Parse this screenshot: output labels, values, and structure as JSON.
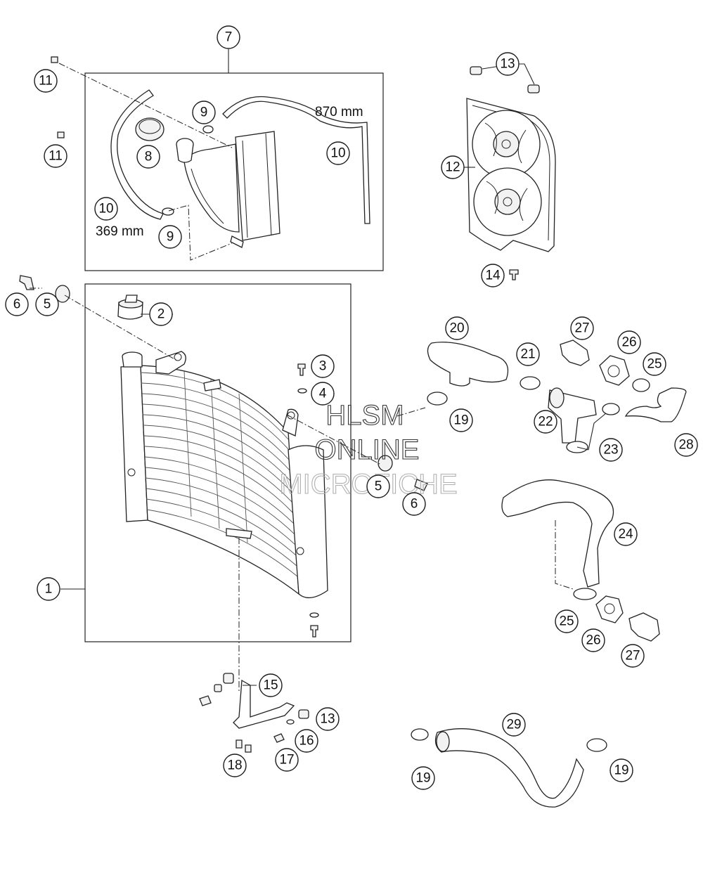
{
  "diagram": {
    "dimensions": [
      "870 mm",
      "369 mm"
    ],
    "watermark": [
      "HLSM",
      "ONLINE",
      "MICROFICHE"
    ],
    "callouts": [
      {
        "id": "c7",
        "label": "7"
      },
      {
        "id": "c11a",
        "label": "11"
      },
      {
        "id": "c11b",
        "label": "11"
      },
      {
        "id": "c9a",
        "label": "9"
      },
      {
        "id": "c8",
        "label": "8"
      },
      {
        "id": "c10a",
        "label": "10"
      },
      {
        "id": "c10b",
        "label": "10"
      },
      {
        "id": "c9b",
        "label": "9"
      },
      {
        "id": "c13a",
        "label": "13"
      },
      {
        "id": "c12",
        "label": "12"
      },
      {
        "id": "c14",
        "label": "14"
      },
      {
        "id": "c6a",
        "label": "6"
      },
      {
        "id": "c5a",
        "label": "5"
      },
      {
        "id": "c2",
        "label": "2"
      },
      {
        "id": "c3",
        "label": "3"
      },
      {
        "id": "c4",
        "label": "4"
      },
      {
        "id": "c19a",
        "label": "19"
      },
      {
        "id": "c5b",
        "label": "5"
      },
      {
        "id": "c6b",
        "label": "6"
      },
      {
        "id": "c1",
        "label": "1"
      },
      {
        "id": "c20",
        "label": "20"
      },
      {
        "id": "c21",
        "label": "21"
      },
      {
        "id": "c27a",
        "label": "27"
      },
      {
        "id": "c26a",
        "label": "26"
      },
      {
        "id": "c25a",
        "label": "25"
      },
      {
        "id": "c22",
        "label": "22"
      },
      {
        "id": "c23",
        "label": "23"
      },
      {
        "id": "c28",
        "label": "28"
      },
      {
        "id": "c24",
        "label": "24"
      },
      {
        "id": "c25b",
        "label": "25"
      },
      {
        "id": "c26b",
        "label": "26"
      },
      {
        "id": "c27b",
        "label": "27"
      },
      {
        "id": "c15",
        "label": "15"
      },
      {
        "id": "c13b",
        "label": "13"
      },
      {
        "id": "c16",
        "label": "16"
      },
      {
        "id": "c17",
        "label": "17"
      },
      {
        "id": "c18",
        "label": "18"
      },
      {
        "id": "c29",
        "label": "29"
      },
      {
        "id": "c19b",
        "label": "19"
      },
      {
        "id": "c19c",
        "label": "19"
      }
    ]
  }
}
